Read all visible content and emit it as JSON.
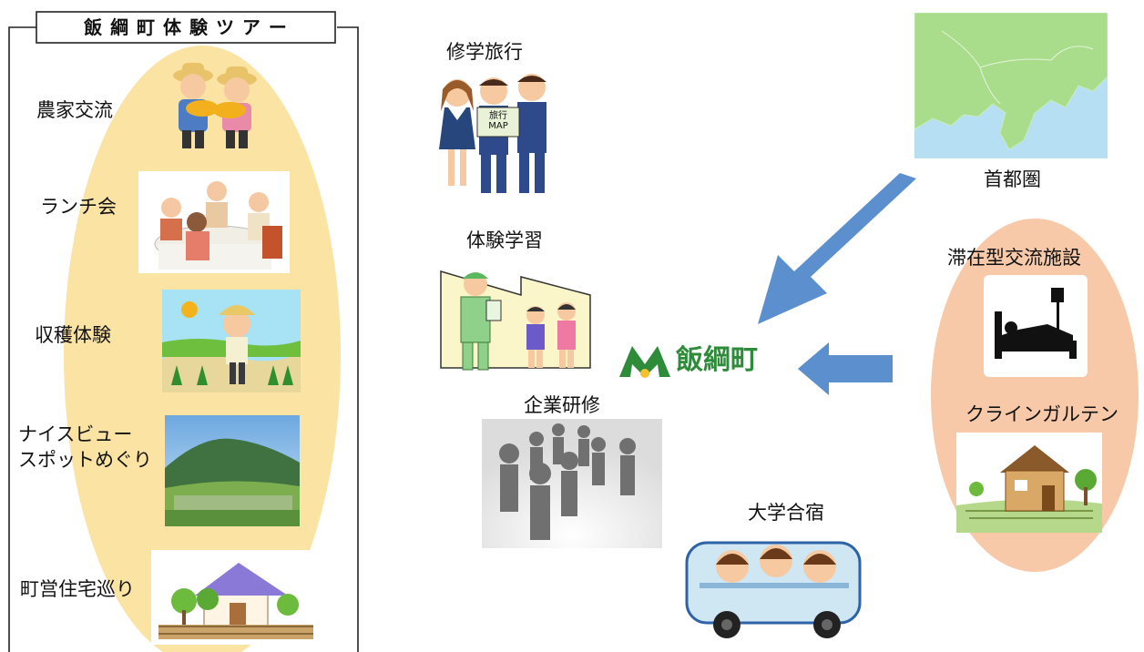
{
  "tour": {
    "title": "飯 綱 町 体 験 ツ ア ー",
    "items": [
      {
        "label_lines": [
          "農家交流"
        ],
        "icon": "farmers-icon"
      },
      {
        "label_lines": [
          "ランチ会"
        ],
        "icon": "lunch-party-icon"
      },
      {
        "label_lines": [
          "収穫体験"
        ],
        "icon": "harvest-icon"
      },
      {
        "label_lines": [
          "ナイスビュー",
          "スポットめぐり"
        ],
        "icon": "scenic-view-icon"
      },
      {
        "label_lines": [
          "町営住宅巡り"
        ],
        "icon": "house-icon"
      }
    ]
  },
  "programs": {
    "school_trip": "修学旅行",
    "school_trip_sign": [
      "旅行",
      "MAP"
    ],
    "experience_learning": "体験学習",
    "corporate_training": "企業研修",
    "university_camp": "大学合宿"
  },
  "center": {
    "town_name": "飯綱町",
    "logo": "iizuna-logo-icon"
  },
  "right": {
    "metro_area": "首都圏",
    "facility_title": "滞在型交流施設",
    "kleingarten": "クラインガルテン"
  },
  "colors": {
    "tour_ellipse": "#fbe3a4",
    "facility_ellipse": "#f7c9a8",
    "arrow": "#5b8fce",
    "logo_green": "#2e8b3a",
    "map_land": "#a9dd8c",
    "map_sea": "#b6dff4"
  }
}
